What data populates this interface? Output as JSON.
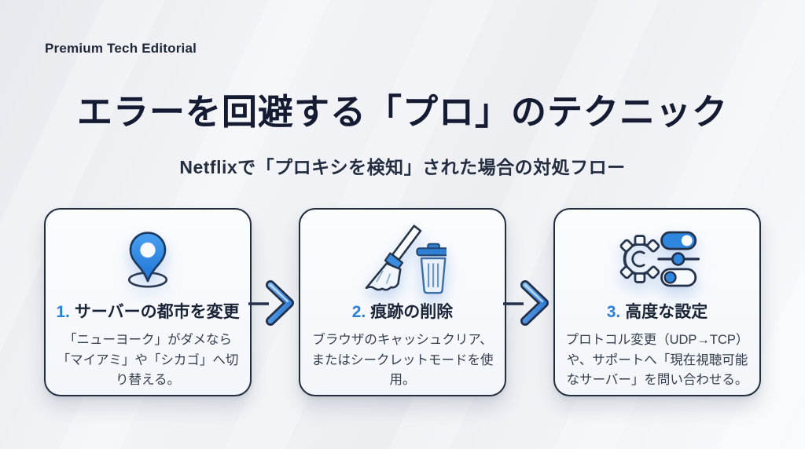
{
  "brand": "Premium Tech Editorial",
  "title": "エラーを回避する「プロ」のテクニック",
  "subtitle": "Netflixで「プロキシを検知」された場合の対処フロー",
  "colors": {
    "accent_blue": "#2f86df",
    "navy_outline": "#22304a",
    "title_navy": "#141b32",
    "card_border": "#222d3d",
    "background": "#eef0f4"
  },
  "icons": {
    "step1": "location-pin-icon",
    "step2": "broom-trash-icon",
    "step3": "gear-sliders-icon",
    "connector": "chevron-right-arrow-icon"
  },
  "steps": [
    {
      "number": "1.",
      "heading": "サーバーの都市を変更",
      "body": "「ニューヨーク」がダメなら「マイアミ」や「シカゴ」へ切り替える。"
    },
    {
      "number": "2.",
      "heading": "痕跡の削除",
      "body": "ブラウザのキャッシュクリア、またはシークレットモードを使用。"
    },
    {
      "number": "3.",
      "heading": "高度な設定",
      "body": "プロトコル変更（UDP→TCP）や、サポートへ「現在視聴可能なサーバー」を問い合わせる。"
    }
  ]
}
